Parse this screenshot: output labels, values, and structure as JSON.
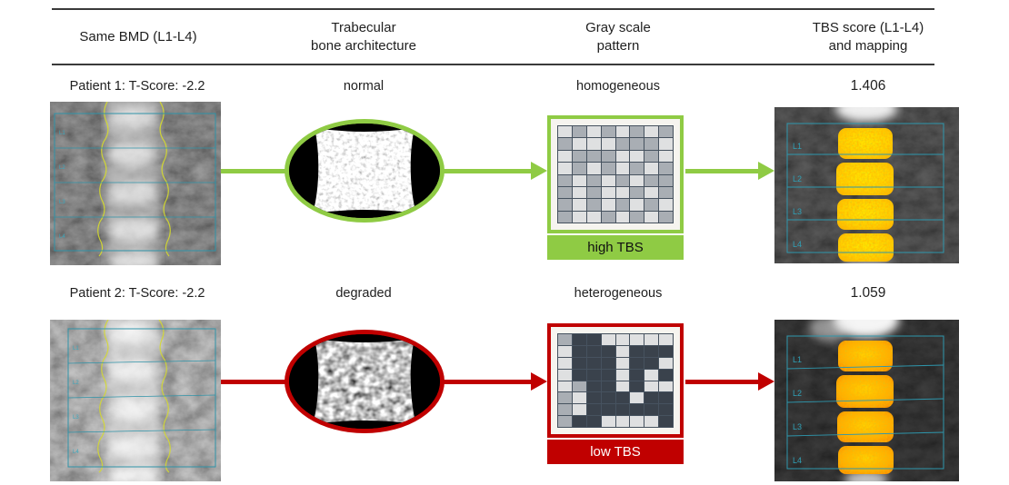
{
  "figure": {
    "columns": [
      {
        "label": "Same BMD (L1-L4)"
      },
      {
        "label": "Trabecular\nbone architecture"
      },
      {
        "label": "Gray scale\npattern"
      },
      {
        "label": "TBS score (L1-L4)\nand mapping"
      }
    ],
    "rows": [
      {
        "patient_label": "Patient 1: T-Score: -2.2",
        "architecture_label": "normal",
        "pattern_label": "homogeneous",
        "badge_label": "high TBS",
        "badge_text_color": "#111111",
        "tbs_score": "1.406",
        "accent": "#8fcb44",
        "vertebrae": [
          "L1",
          "L2",
          "L3",
          "L4"
        ],
        "grid_pattern": [
          [
            0,
            1,
            0,
            1,
            0,
            1,
            0,
            1
          ],
          [
            1,
            0,
            0,
            0,
            1,
            1,
            1,
            0
          ],
          [
            0,
            1,
            1,
            1,
            0,
            0,
            1,
            0
          ],
          [
            0,
            1,
            0,
            1,
            0,
            1,
            0,
            1
          ],
          [
            1,
            0,
            1,
            0,
            1,
            0,
            1,
            1
          ],
          [
            1,
            0,
            1,
            0,
            0,
            1,
            0,
            1
          ],
          [
            1,
            0,
            1,
            0,
            1,
            0,
            1,
            0
          ],
          [
            1,
            0,
            0,
            1,
            0,
            1,
            0,
            1
          ]
        ]
      },
      {
        "patient_label": "Patient 2: T-Score: -2.2",
        "architecture_label": "degraded",
        "pattern_label": "heterogeneous",
        "badge_label": "low TBS",
        "badge_text_color": "#ffffff",
        "tbs_score": "1.059",
        "accent": "#c00000",
        "vertebrae": [
          "L1",
          "L2",
          "L3",
          "L4"
        ],
        "grid_pattern": [
          [
            1,
            2,
            2,
            0,
            0,
            0,
            0,
            0
          ],
          [
            0,
            2,
            2,
            2,
            0,
            2,
            2,
            2
          ],
          [
            0,
            2,
            2,
            2,
            0,
            2,
            2,
            0
          ],
          [
            0,
            2,
            2,
            2,
            0,
            2,
            0,
            2
          ],
          [
            0,
            1,
            2,
            2,
            0,
            2,
            0,
            0
          ],
          [
            1,
            0,
            2,
            2,
            2,
            0,
            2,
            2
          ],
          [
            1,
            0,
            2,
            2,
            2,
            2,
            2,
            2
          ],
          [
            1,
            2,
            2,
            0,
            0,
            0,
            0,
            2
          ]
        ]
      }
    ],
    "grid_colors": {
      "light": "#dfe0e1",
      "mid": "#a9aeb4",
      "dark": "#3a424c",
      "cell_border": "#46525f",
      "panel_bg": "#f6f4ef"
    },
    "scan_colors": {
      "roi_teal": "#2f93a8",
      "contour_yellow": "#d6db2b",
      "map_yellow": "#ffd400",
      "map_orange": "#ff9000"
    }
  }
}
